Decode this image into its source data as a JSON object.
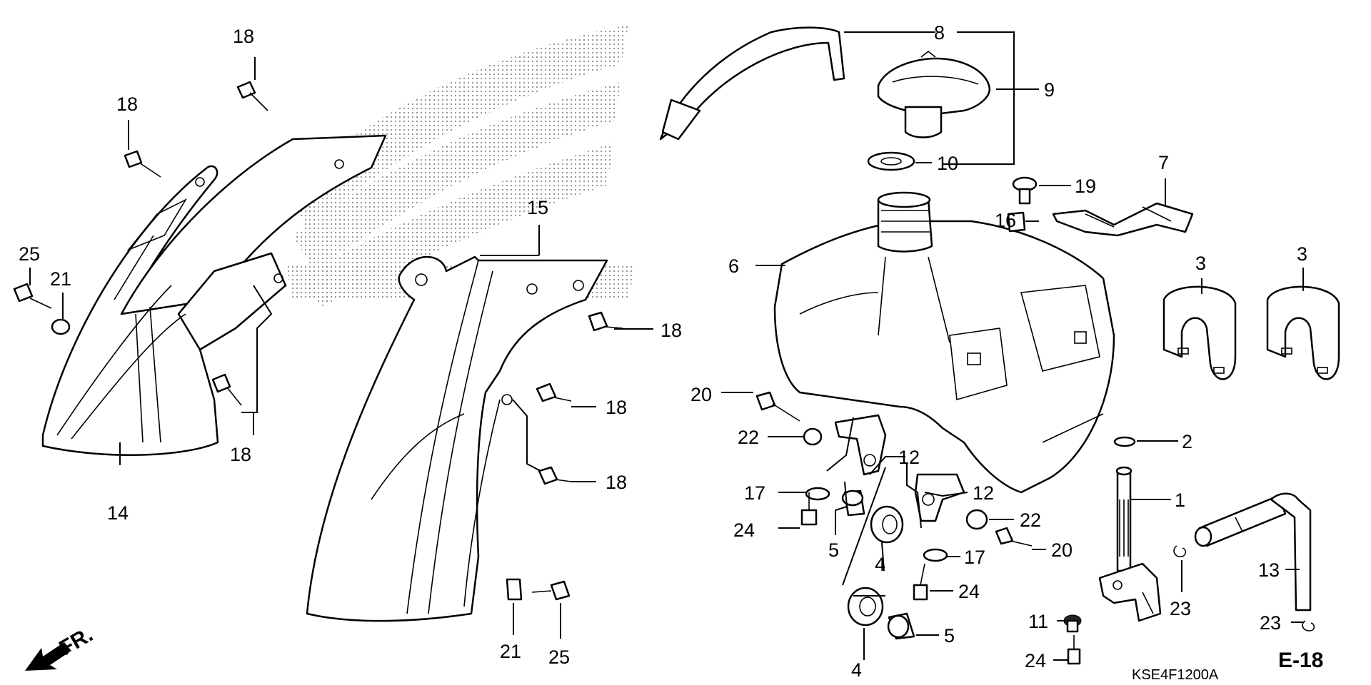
{
  "callouts": [
    {
      "id": "c8",
      "text": "8"
    },
    {
      "id": "c9",
      "text": "9"
    },
    {
      "id": "c10",
      "text": "10"
    },
    {
      "id": "c19",
      "text": "19"
    },
    {
      "id": "c7",
      "text": "7"
    },
    {
      "id": "c16",
      "text": "16"
    },
    {
      "id": "c6",
      "text": "6"
    },
    {
      "id": "c3a",
      "text": "3"
    },
    {
      "id": "c3b",
      "text": "3"
    },
    {
      "id": "c15",
      "text": "15"
    },
    {
      "id": "c18a",
      "text": "18"
    },
    {
      "id": "c18b",
      "text": "18"
    },
    {
      "id": "c18c",
      "text": "18"
    },
    {
      "id": "c18d",
      "text": "18"
    },
    {
      "id": "c18e",
      "text": "18"
    },
    {
      "id": "c18f",
      "text": "18"
    },
    {
      "id": "c25a",
      "text": "25"
    },
    {
      "id": "c21a",
      "text": "21"
    },
    {
      "id": "c14",
      "text": "14"
    },
    {
      "id": "c20a",
      "text": "20"
    },
    {
      "id": "c22a",
      "text": "22"
    },
    {
      "id": "c12a",
      "text": "12"
    },
    {
      "id": "c12b",
      "text": "12"
    },
    {
      "id": "c17a",
      "text": "17"
    },
    {
      "id": "c24a",
      "text": "24"
    },
    {
      "id": "c5a",
      "text": "5"
    },
    {
      "id": "c4a",
      "text": "4"
    },
    {
      "id": "c22b",
      "text": "22"
    },
    {
      "id": "c17b",
      "text": "17"
    },
    {
      "id": "c20b",
      "text": "20"
    },
    {
      "id": "c24b",
      "text": "24"
    },
    {
      "id": "c5b",
      "text": "5"
    },
    {
      "id": "c4b",
      "text": "4"
    },
    {
      "id": "c2",
      "text": "2"
    },
    {
      "id": "c1",
      "text": "1"
    },
    {
      "id": "c13",
      "text": "13"
    },
    {
      "id": "c23a",
      "text": "23"
    },
    {
      "id": "c11",
      "text": "11"
    },
    {
      "id": "c23b",
      "text": "23"
    },
    {
      "id": "c24c",
      "text": "24"
    },
    {
      "id": "c21b",
      "text": "21"
    },
    {
      "id": "c25b",
      "text": "25"
    }
  ],
  "direction_label": "FR.",
  "diagram_code": "KSE4F1200A",
  "page_ref": "E-18"
}
